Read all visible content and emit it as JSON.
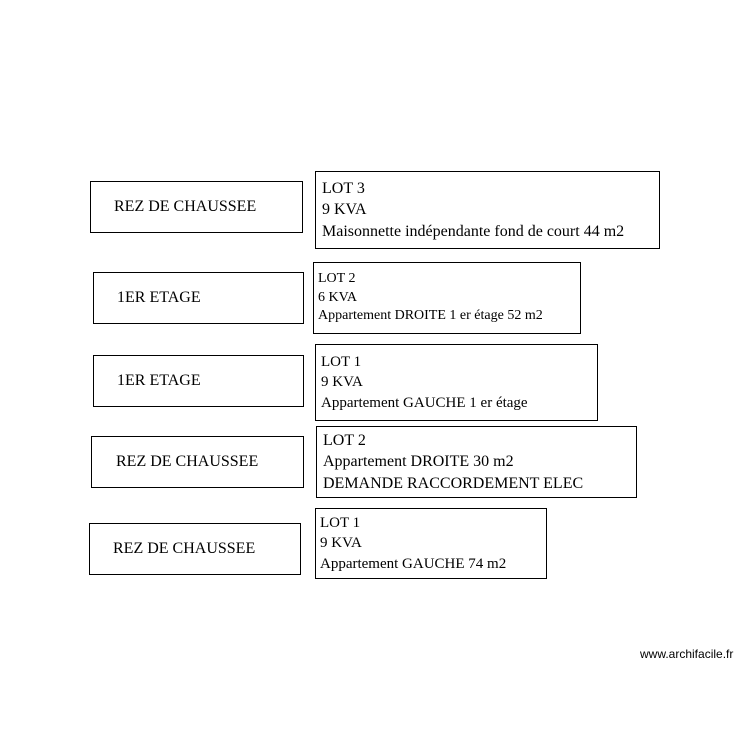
{
  "rows": [
    {
      "floor": "REZ DE CHAUSSEE",
      "lot": [
        "LOT 3",
        "9 KVA",
        "Maisonnette indépendante fond de court 44 m2"
      ]
    },
    {
      "floor": "1ER ETAGE",
      "lot": [
        "LOT 2",
        "6 KVA",
        "Appartement DROITE 1 er étage  52 m2"
      ]
    },
    {
      "floor": "1ER ETAGE",
      "lot": [
        "LOT 1",
        "9 KVA",
        "Appartement GAUCHE 1 er étage"
      ]
    },
    {
      "floor": "REZ DE CHAUSSEE",
      "lot": [
        "LOT 2",
        "Appartement DROITE 30 m2",
        "DEMANDE RACCORDEMENT ELEC"
      ]
    },
    {
      "floor": "REZ DE CHAUSSEE",
      "lot": [
        "LOT 1",
        "9 KVA",
        "Appartement GAUCHE 74 m2"
      ]
    }
  ],
  "watermark": "www.archifacile.fr"
}
